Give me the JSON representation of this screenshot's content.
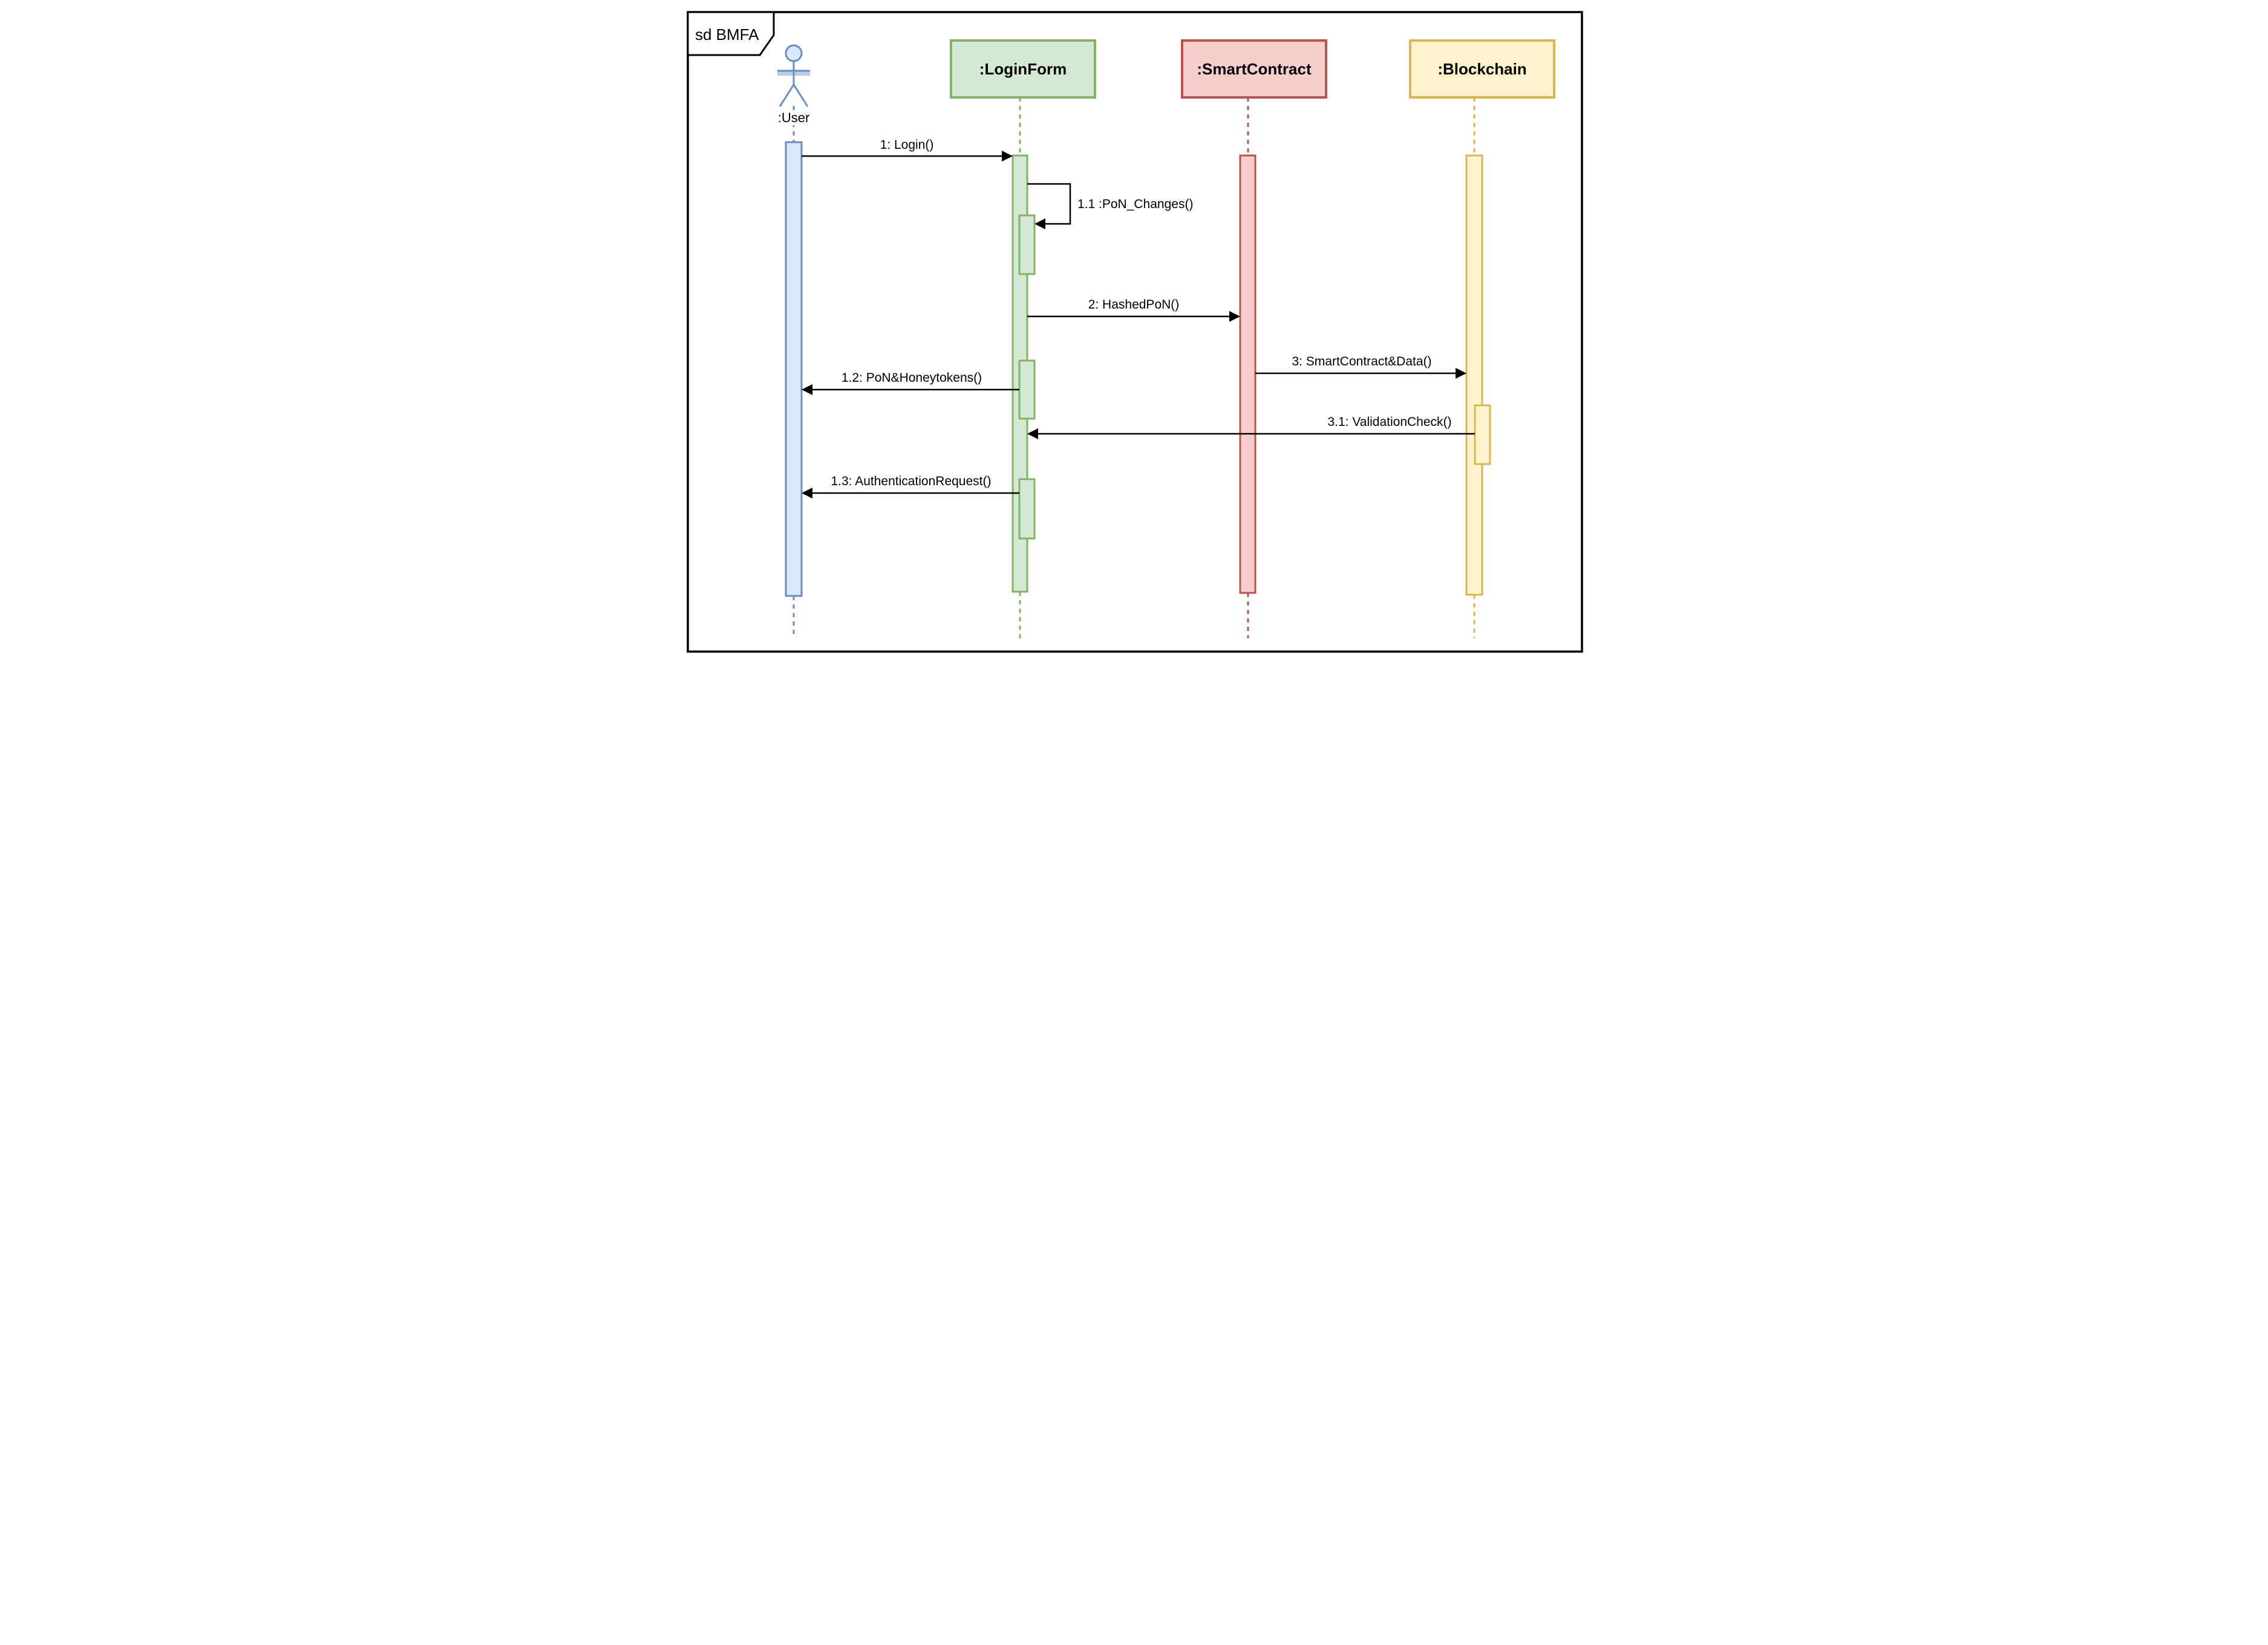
{
  "frame": {
    "label": "sd BMFA"
  },
  "diagram_type": "uml-sequence-diagram",
  "participants": [
    {
      "id": "user",
      "label": ":User",
      "kind": "actor",
      "fill": "#dae8fc",
      "stroke": "#6c8ebf"
    },
    {
      "id": "loginform",
      "label": ":LoginForm",
      "kind": "object",
      "fill": "#d5e8d4",
      "stroke": "#82b366"
    },
    {
      "id": "smartcontract",
      "label": ":SmartContract",
      "kind": "object",
      "fill": "#f8cecc",
      "stroke": "#b85450"
    },
    {
      "id": "blockchain",
      "label": ":Blockchain",
      "kind": "object",
      "fill": "#fff2cc",
      "stroke": "#d6b656"
    }
  ],
  "messages": [
    {
      "seq": "1",
      "label": "1: Login()",
      "from": ":User",
      "to": ":LoginForm"
    },
    {
      "seq": "1.1",
      "label": "1.1 :PoN_Changes()",
      "from": ":LoginForm",
      "to": ":LoginForm"
    },
    {
      "seq": "2",
      "label": "2: HashedPoN()",
      "from": ":LoginForm",
      "to": ":SmartContract"
    },
    {
      "seq": "3",
      "label": "3: SmartContract&Data()",
      "from": ":SmartContract",
      "to": ":Blockchain"
    },
    {
      "seq": "1.2",
      "label": "1.2: PoN&Honeytokens()",
      "from": ":LoginForm",
      "to": ":User"
    },
    {
      "seq": "3.1",
      "label": "3.1: ValidationCheck()",
      "from": ":Blockchain",
      "to": ":LoginForm"
    },
    {
      "seq": "1.3",
      "label": "1.3: AuthenticationRequest()",
      "from": ":LoginForm",
      "to": ":User"
    }
  ],
  "colors": {
    "line": "#000000",
    "frame": "#000000",
    "background": "#ffffff"
  }
}
